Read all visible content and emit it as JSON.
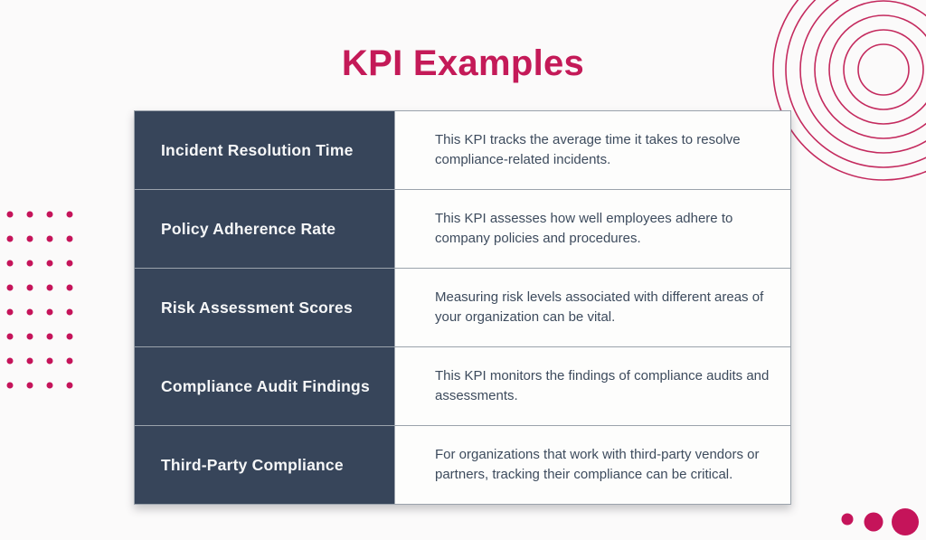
{
  "slide_title": "KPI Examples",
  "table": {
    "rows": [
      {
        "kpi": "Incident Resolution Time",
        "description": "This KPI tracks the average time it takes to resolve compliance-related incidents."
      },
      {
        "kpi": "Policy Adherence Rate",
        "description": "This KPI assesses how well employees adhere to company policies and procedures."
      },
      {
        "kpi": "Risk Assessment Scores",
        "description": "Measuring risk levels associated with different areas of your organization can be vital."
      },
      {
        "kpi": "Compliance Audit Findings",
        "description": "This KPI monitors the findings of compliance audits and assessments."
      },
      {
        "kpi": "Third-Party Compliance",
        "description": "For organizations that work with third-party vendors or partners, tracking their compliance can be critical."
      }
    ]
  },
  "decorations": {
    "top_right": "concentric-circles",
    "left": "dot-grid-4x8",
    "bottom_right": "three-growing-dots"
  },
  "colors": {
    "accent": "#C41A58",
    "dark_navy": "#37455A",
    "background": "#FBFAFA",
    "table_border": "#9BA3AC",
    "description_text": "#3D4B5D"
  }
}
